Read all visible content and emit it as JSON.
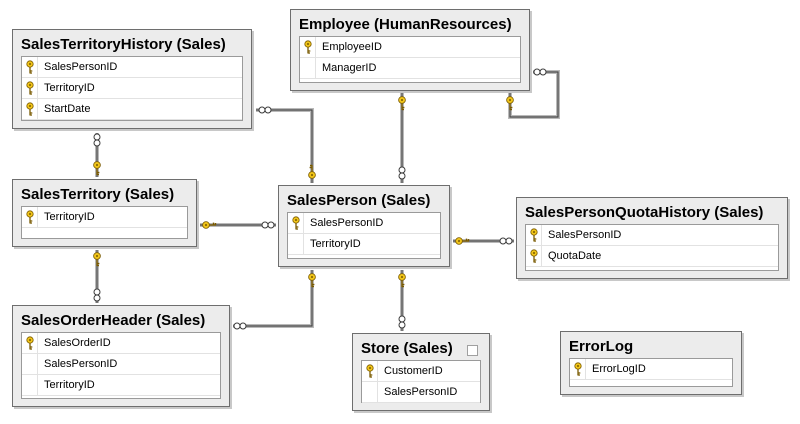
{
  "tables": [
    {
      "id": "sth",
      "title": "SalesTerritoryHistory (Sales)",
      "columns": [
        {
          "name": "SalesPersonID",
          "pk": true
        },
        {
          "name": "TerritoryID",
          "pk": true
        },
        {
          "name": "StartDate",
          "pk": true
        }
      ]
    },
    {
      "id": "emp",
      "title": "Employee (HumanResources)",
      "columns": [
        {
          "name": "EmployeeID",
          "pk": true
        },
        {
          "name": "ManagerID",
          "pk": false
        }
      ]
    },
    {
      "id": "st",
      "title": "SalesTerritory (Sales)",
      "columns": [
        {
          "name": "TerritoryID",
          "pk": true
        }
      ]
    },
    {
      "id": "sp",
      "title": "SalesPerson (Sales)",
      "columns": [
        {
          "name": "SalesPersonID",
          "pk": true
        },
        {
          "name": "TerritoryID",
          "pk": false
        }
      ]
    },
    {
      "id": "spqh",
      "title": "SalesPersonQuotaHistory (Sales)",
      "columns": [
        {
          "name": "SalesPersonID",
          "pk": true
        },
        {
          "name": "QuotaDate",
          "pk": true
        }
      ]
    },
    {
      "id": "soh",
      "title": "SalesOrderHeader (Sales)",
      "columns": [
        {
          "name": "SalesOrderID",
          "pk": true
        },
        {
          "name": "SalesPersonID",
          "pk": false
        },
        {
          "name": "TerritoryID",
          "pk": false
        }
      ]
    },
    {
      "id": "store",
      "title": "Store (Sales)",
      "columns": [
        {
          "name": "CustomerID",
          "pk": true
        },
        {
          "name": "SalesPersonID",
          "pk": false
        }
      ]
    },
    {
      "id": "err",
      "title": "ErrorLog",
      "columns": [
        {
          "name": "ErrorLogID",
          "pk": true
        }
      ]
    }
  ],
  "relationships": [
    {
      "name": "fk-salesterritoryhistory-salesperson",
      "from": "sth",
      "to": "sp"
    },
    {
      "name": "fk-salesterritoryhistory-salesterritory",
      "from": "sth",
      "to": "st"
    },
    {
      "name": "fk-salesperson-employee",
      "from": "sp",
      "to": "emp"
    },
    {
      "name": "fk-employee-manager",
      "from": "emp",
      "to": "emp"
    },
    {
      "name": "fk-salesperson-salesterritory",
      "from": "sp",
      "to": "st"
    },
    {
      "name": "fk-salespersonquotahistory-salesperson",
      "from": "spqh",
      "to": "sp"
    },
    {
      "name": "fk-salesorderheader-salesterritory",
      "from": "soh",
      "to": "st"
    },
    {
      "name": "fk-salesorderheader-salesperson",
      "from": "soh",
      "to": "sp"
    },
    {
      "name": "fk-store-salesperson",
      "from": "store",
      "to": "sp"
    }
  ],
  "colors": {
    "key": "#f0c419",
    "box_fill": "#ececec",
    "box_border": "#6e6e6e",
    "line": "#4a4a4a"
  },
  "icons": {
    "primary_key": "key-icon",
    "one_end": "key-icon",
    "many_end": "infinity-icon"
  }
}
